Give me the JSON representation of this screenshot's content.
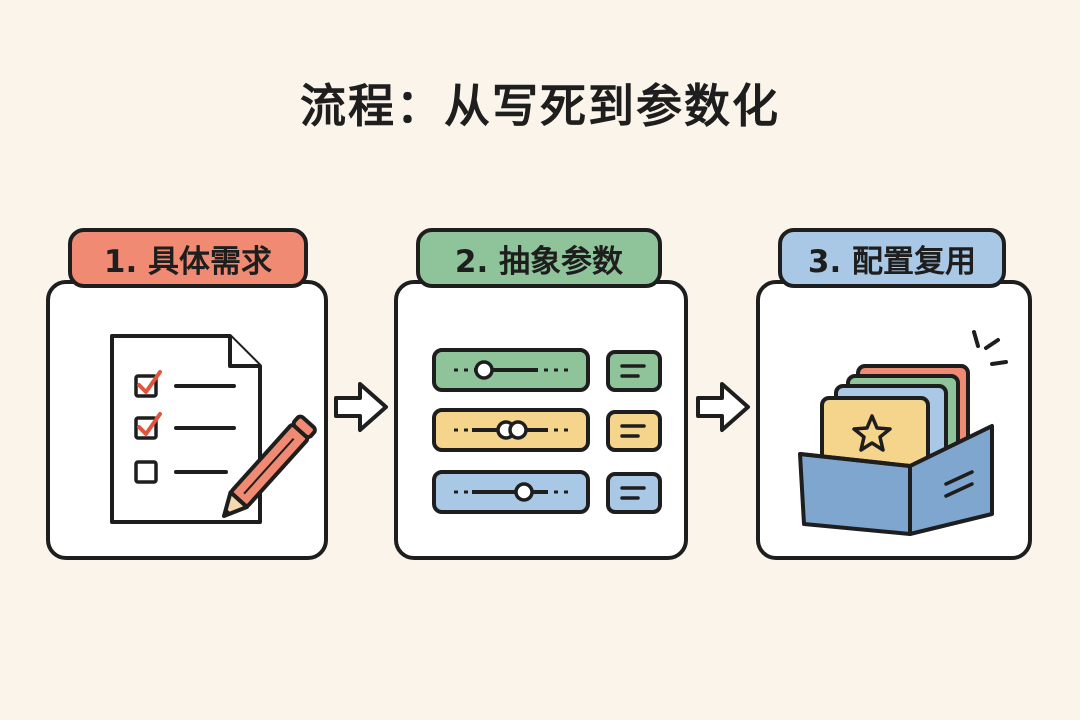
{
  "title": "流程：从写死到参数化",
  "steps": [
    {
      "label": "1. 具体需求",
      "color": "#f08a72",
      "icon": "checklist-with-pencil-icon"
    },
    {
      "label": "2. 抽象参数",
      "color": "#8fc49a",
      "icon": "parameter-sliders-icon"
    },
    {
      "label": "3. 配置复用",
      "color": "#a9c8e6",
      "icon": "config-card-box-icon"
    }
  ],
  "colors": {
    "background": "#faf4ea",
    "outline": "#1e1e1e",
    "red": "#f08a72",
    "green": "#8fc49a",
    "yellow": "#f5d58c",
    "blue": "#a9c8e6",
    "check": "#e0553c"
  },
  "arrows": [
    "right-arrow-icon",
    "right-arrow-icon"
  ]
}
